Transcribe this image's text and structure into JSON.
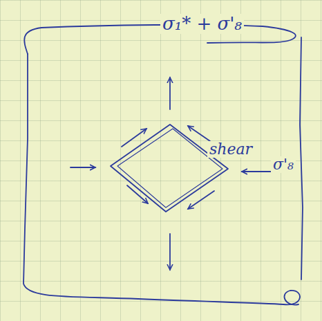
{
  "diagram": {
    "labels": [
      "σ₁* + σ'₈",
      "shear",
      "σ'₈"
    ]
  }
}
